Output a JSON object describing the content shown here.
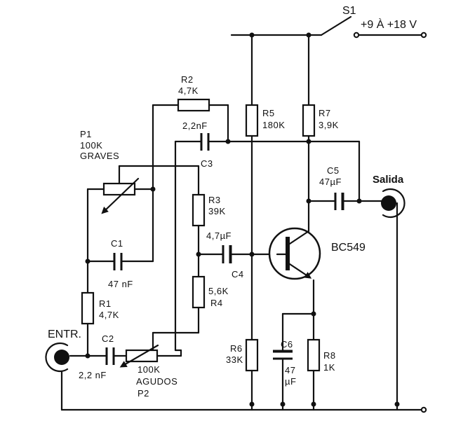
{
  "labels": {
    "switch": "S1",
    "supply": "+9 À +18 V",
    "output": "Salida",
    "input": "ENTR.",
    "transistor": "BC549",
    "r1_name": "R1",
    "r1_value": "4,7K",
    "r2_name": "R2",
    "r2_value": "4,7K",
    "r3_name": "R3",
    "r3_value": "39K",
    "r4_name": "R4",
    "r4_value": "5,6K",
    "r5_name": "R5",
    "r5_value": "180K",
    "r6_name": "R6",
    "r6_value": "33K",
    "r7_name": "R7",
    "r7_value": "3,9K",
    "r8_name": "R8",
    "r8_value": "1K",
    "c1_name": "C1",
    "c1_value": "47 nF",
    "c2_name": "C2",
    "c2_value": "2,2 nF",
    "c3_name": "C3",
    "c3_value": "2,2nF",
    "c4_name": "C4",
    "c4_value": "4,7µF",
    "c5_name": "C5",
    "c5_value": "47µF",
    "c6_name": "C6",
    "c6_value_1": "47",
    "c6_value_2": "µF",
    "p1_name": "P1",
    "p1_value": "100K",
    "p1_function": "GRAVES",
    "p2_name": "P2",
    "p2_value": "100K",
    "p2_function": "AGUDOS"
  }
}
